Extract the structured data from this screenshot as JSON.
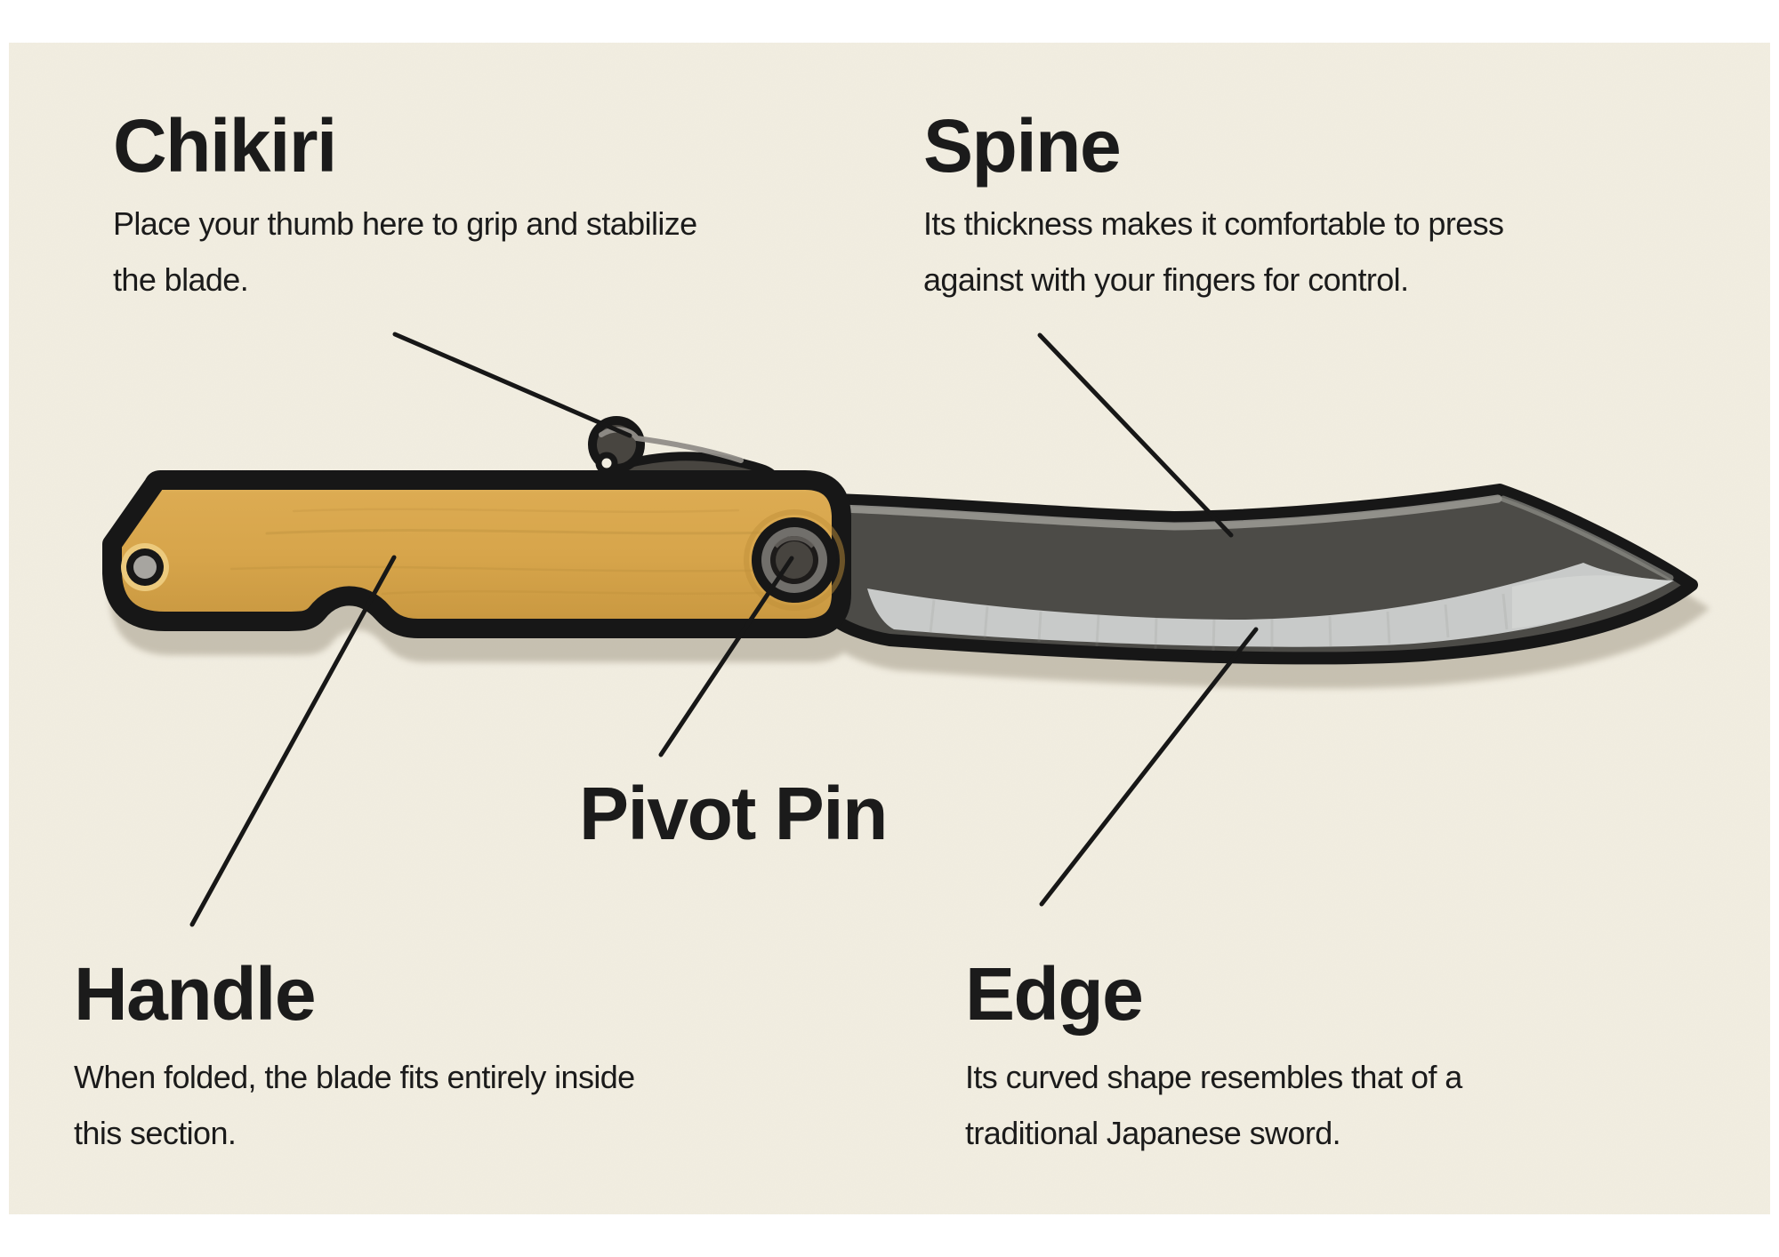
{
  "labels": {
    "chikiri": {
      "title": "Chikiri",
      "description": "Place your thumb here to grip and stabilize\nthe blade."
    },
    "spine": {
      "title": "Spine",
      "description": "Its thickness makes it comfortable to press\nagainst with your fingers for control."
    },
    "pivot_pin": {
      "title": "Pivot Pin"
    },
    "handle": {
      "title": "Handle",
      "description": "When folded, the blade fits entirely inside\nthis section."
    },
    "edge": {
      "title": "Edge",
      "description": "Its curved shape resembles that of a\ntraditional Japanese sword."
    }
  },
  "colors": {
    "background": "#ffffff",
    "card": "#f2eee1",
    "text": "#1b1b1b",
    "outline": "#171717",
    "leader_line": "#171717",
    "handle_wood": "#d7a54b",
    "handle_wood_light": "#eac26e",
    "handle_wood_dark": "#bf8c38",
    "chikiri_metal": "#484540",
    "chikiri_highlight": "#908d88",
    "blade_dark": "#4c4b47",
    "blade_top_strip": "#9d9c96",
    "blade_bevel": "#c8cac9",
    "blade_bevel_light": "#dadcd9",
    "pivot_ring": "#716f6b",
    "pivot_center": "#47443f",
    "hole_center": "#a7a5a0",
    "hole_gold": "#ecca7d",
    "shadow": "#c2bcac"
  }
}
